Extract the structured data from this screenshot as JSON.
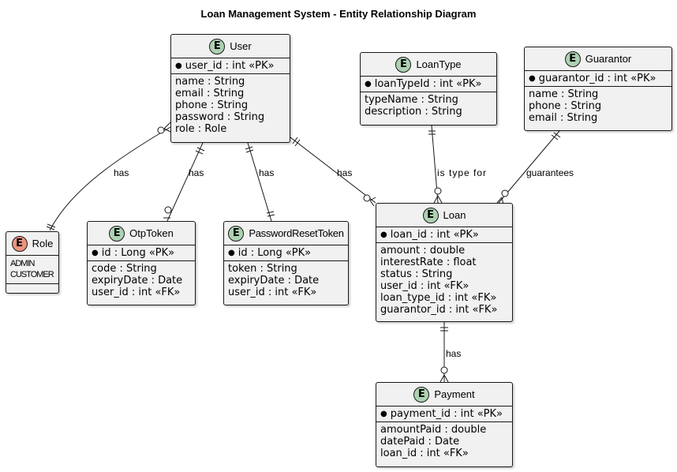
{
  "title": "Loan Management System - Entity Relationship Diagram",
  "entities": {
    "user": {
      "stereotype": "E",
      "name": "User",
      "key": "user_id : int «PK»",
      "fields": [
        "name : String",
        "email : String",
        "phone : String",
        "password : String",
        "role : Role"
      ]
    },
    "loantype": {
      "stereotype": "E",
      "name": "LoanType",
      "key": "loanTypeId : int «PK»",
      "fields": [
        "typeName : String",
        "description : String"
      ]
    },
    "guarantor": {
      "stereotype": "E",
      "name": "Guarantor",
      "key": "guarantor_id : int «PK»",
      "fields": [
        "name : String",
        "phone : String",
        "email : String"
      ]
    },
    "role": {
      "stereotype": "E",
      "name": "Role",
      "values": [
        "ADMIN",
        "CUSTOMER"
      ]
    },
    "otptoken": {
      "stereotype": "E",
      "name": "OtpToken",
      "key": "id : Long «PK»",
      "fields": [
        "code : String",
        "expiryDate : Date",
        "user_id : int «FK»"
      ]
    },
    "resettoken": {
      "stereotype": "E",
      "name": "PasswordResetToken",
      "key": "id : Long «PK»",
      "fields": [
        "token : String",
        "expiryDate : Date",
        "user_id : int «FK»"
      ]
    },
    "loan": {
      "stereotype": "E",
      "name": "Loan",
      "key": "loan_id : int «PK»",
      "fields": [
        "amount : double",
        "interestRate : float",
        "status : String",
        "user_id : int «FK»",
        "loan_type_id : int «FK»",
        "guarantor_id : int «FK»"
      ]
    },
    "payment": {
      "stereotype": "E",
      "name": "Payment",
      "key": "payment_id : int «PK»",
      "fields": [
        "amountPaid : double",
        "datePaid : Date",
        "loan_id : int «FK»"
      ]
    }
  },
  "relationships": [
    {
      "from": "User",
      "to": "Role",
      "label": "has",
      "from_end": "zero-or-many",
      "to_end": "exactly-one"
    },
    {
      "from": "User",
      "to": "OtpToken",
      "label": "has",
      "from_end": "exactly-one",
      "to_end": "zero-or-one"
    },
    {
      "from": "User",
      "to": "PasswordResetToken",
      "label": "has",
      "from_end": "exactly-one",
      "to_end": "exactly-one"
    },
    {
      "from": "User",
      "to": "Loan",
      "label": "has",
      "from_end": "exactly-one",
      "to_end": "zero-or-many"
    },
    {
      "from": "LoanType",
      "to": "Loan",
      "label": "is type for",
      "from_end": "exactly-one",
      "to_end": "zero-or-many"
    },
    {
      "from": "Guarantor",
      "to": "Loan",
      "label": "guarantees",
      "from_end": "exactly-one",
      "to_end": "zero-or-many"
    },
    {
      "from": "Loan",
      "to": "Payment",
      "label": "has",
      "from_end": "exactly-one",
      "to_end": "zero-or-many"
    }
  ],
  "colors": {
    "entity_fill": "#F1F1F1",
    "entity_circle": "#ADD1B2",
    "enum_circle": "#EB937F",
    "line": "#181818"
  }
}
